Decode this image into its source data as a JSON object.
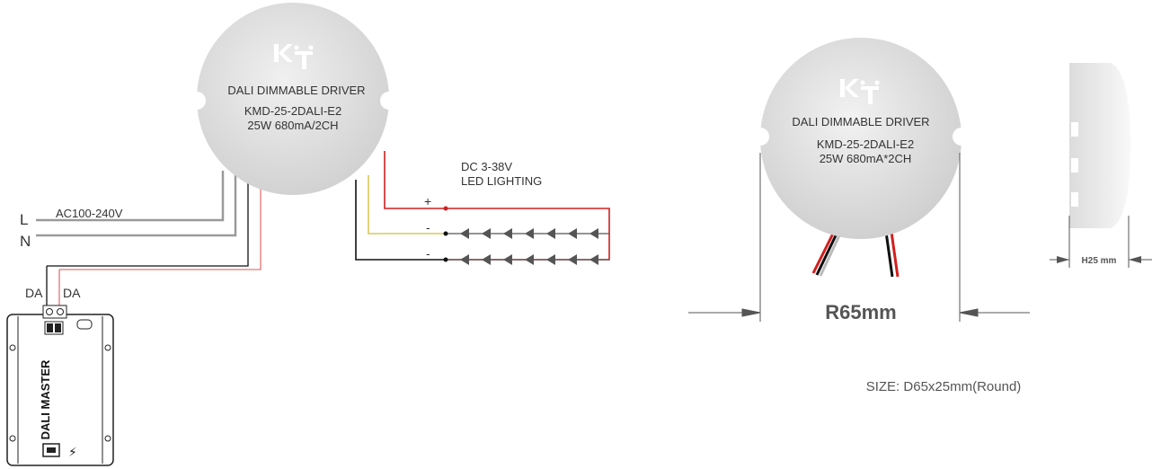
{
  "driver_left": {
    "title": "DALI DIMMABLE DRIVER",
    "model": "KMD-25-2DALI-E2",
    "rating": "25W 680mA/2CH"
  },
  "driver_right": {
    "title": "DALI DIMMABLE DRIVER",
    "model": "KMD-25-2DALI-E2",
    "rating": "25W 680mA*2CH"
  },
  "input": {
    "voltage": "AC100-240V",
    "line": "L",
    "neutral": "N"
  },
  "output": {
    "voltage": "DC 3-38V",
    "label": "LED LIGHTING",
    "plus": "+",
    "minus_1": "-",
    "minus_2": "-"
  },
  "dali": {
    "da_1": "DA",
    "da_2": "DA",
    "master_label": "DALI MASTER"
  },
  "dimensions": {
    "diameter": "R65mm",
    "height": "H25 mm",
    "size": "SIZE: D65x25mm(Round)"
  },
  "colors": {
    "driver_body": "#e3e3e3",
    "red_wire": "#d21f1f",
    "yellow_wire": "#d8c85a",
    "black_wire": "#111111",
    "grey_wire": "#9a9a9a",
    "led": "#555555"
  }
}
